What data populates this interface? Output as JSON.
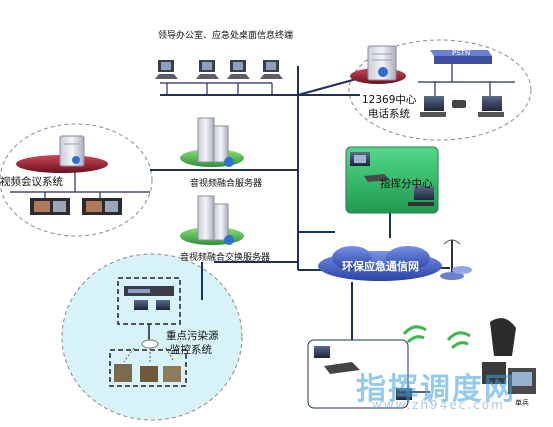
{
  "labels": {
    "leaders": "领导办公室、应急处桌面信息终端",
    "call_center_l1": "12369中心",
    "call_center_l2": "电话系统",
    "pstn": "PSTN",
    "video_conf": "视频会议系统",
    "av_fusion": "音视频融合服务器",
    "av_exchange": "音视频融合交换服务器",
    "command_center": "指挥分中心",
    "env_network": "环保应急通信网",
    "pollution_l1": "重点污染源",
    "pollution_l2": "监控系统",
    "watermark_main": "指挥调度网",
    "watermark_sub": "www.zh94ec.com",
    "single_soldier": "单兵"
  },
  "colors": {
    "trunk": "#1e2f5a",
    "command_center_fill": "#2fc06a",
    "network_cloud": "#3f5fc6",
    "pollution_zone": "#d8f3f7",
    "server_ring": "#3aa846",
    "callcenter_ring": "#8f1726",
    "videoconf_ring": "#8a1c2a"
  }
}
